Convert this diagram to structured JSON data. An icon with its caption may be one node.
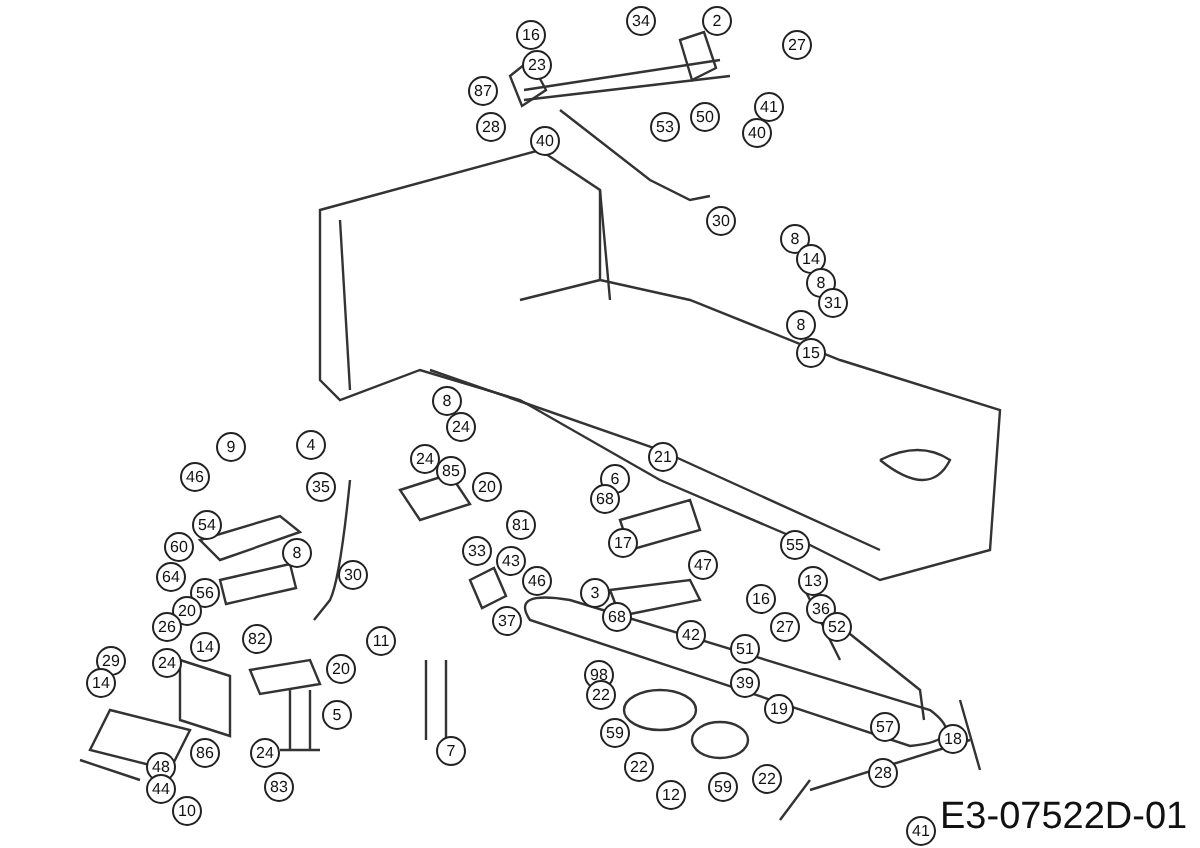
{
  "diagram": {
    "labels": [
      "16",
      "34",
      "2",
      "27",
      "23",
      "87",
      "50",
      "41",
      "28",
      "40",
      "53",
      "40",
      "30",
      "8",
      "14",
      "8",
      "31",
      "8",
      "15",
      "8",
      "24",
      "9",
      "4",
      "46",
      "35",
      "54",
      "60",
      "8",
      "64",
      "56",
      "20",
      "26",
      "14",
      "82",
      "29",
      "14",
      "24",
      "20",
      "5",
      "24",
      "86",
      "48",
      "83",
      "44",
      "10",
      "24",
      "85",
      "20",
      "30",
      "33",
      "81",
      "43",
      "46",
      "37",
      "11",
      "7",
      "21",
      "6",
      "68",
      "17",
      "47",
      "55",
      "13",
      "3",
      "16",
      "36",
      "68",
      "27",
      "52",
      "42",
      "51",
      "98",
      "39",
      "22",
      "19",
      "59",
      "57",
      "22",
      "22",
      "12",
      "59",
      "18",
      "28",
      "41",
      "E3-07522D-01"
    ]
  }
}
